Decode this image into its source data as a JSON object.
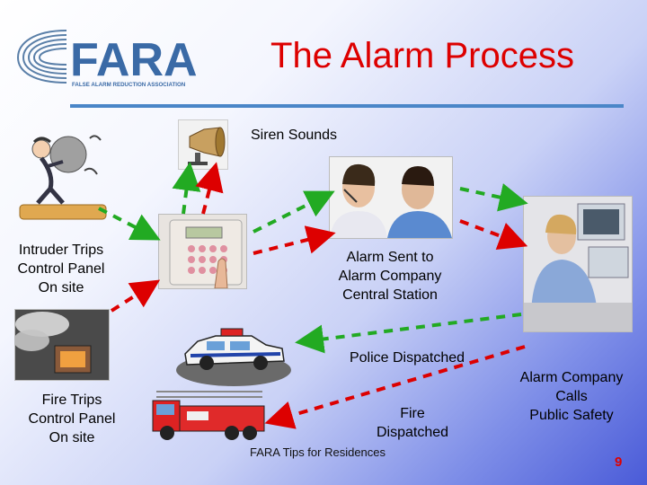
{
  "slide": {
    "title": "The Alarm Process",
    "footer": "FARA Tips for Residences",
    "page_number": "9"
  },
  "logo": {
    "word": "FARA",
    "tagline": "FALSE ALARM REDUCTION ASSOCIATION"
  },
  "labels": {
    "siren": "Siren Sounds",
    "intruder": [
      "Intruder Trips",
      "Control Panel",
      "On site"
    ],
    "alarm_sent": [
      "Alarm Sent to",
      "Alarm Company",
      "Central Station"
    ],
    "police": "Police Dispatched",
    "fire_trips": [
      "Fire Trips",
      "Control Panel",
      "On site"
    ],
    "fire_dispatched": [
      "Fire",
      "Dispatched"
    ],
    "company_calls": [
      "Alarm Company",
      "Calls",
      "Public Safety"
    ]
  },
  "colors": {
    "title": "#dd0000",
    "arrow_green": "#22aa22",
    "arrow_red": "#dd0000",
    "rule": "#4a86c8"
  }
}
